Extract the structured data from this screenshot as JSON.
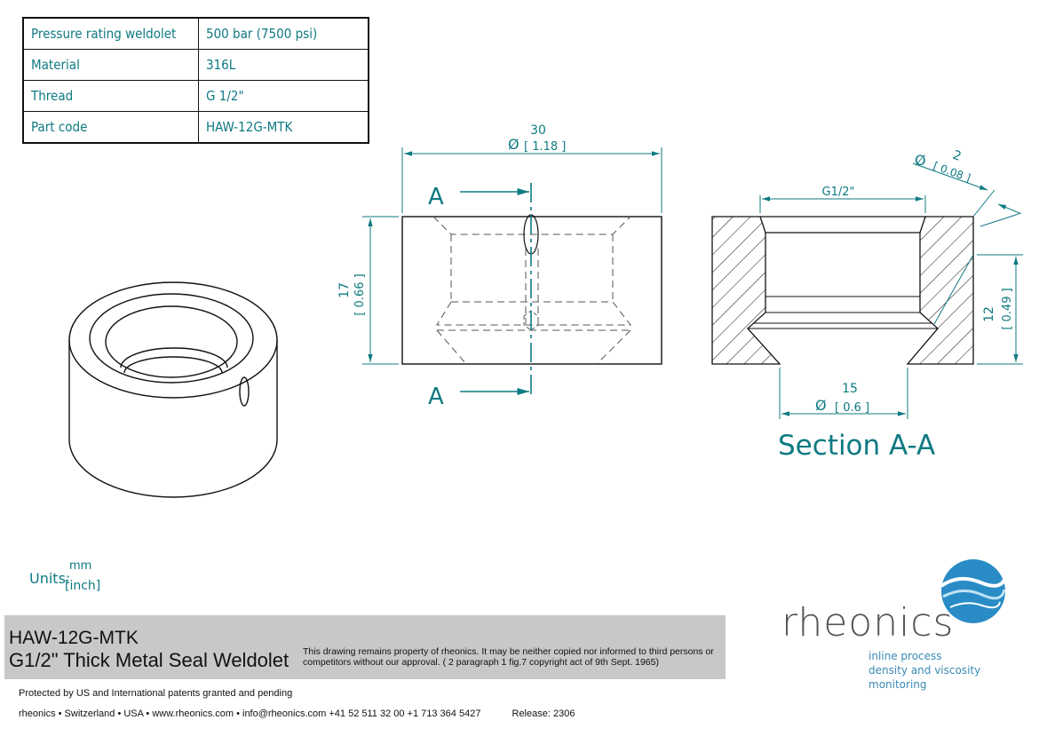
{
  "spec_table": [
    {
      "key": "Pressure rating weldolet",
      "value": "500 bar (7500 psi)"
    },
    {
      "key": "Material",
      "value": "316L"
    },
    {
      "key": "Thread",
      "value": "G 1/2\""
    },
    {
      "key": "Part code",
      "value": "HAW-12G-MTK"
    }
  ],
  "dimensions": {
    "width_mm": "30",
    "width_inch": "[ 1.18 ]",
    "height_mm": "17",
    "height_inch": "[ 0.66 ]",
    "chamfer_mm": "2",
    "chamfer_inch": "[ 0.08 ]",
    "thread": "G1/2\"",
    "depth_mm": "12",
    "depth_inch": "[ 0.49 ]",
    "bore_mm": "15",
    "bore_inch": "[ 0.6 ]",
    "diameter_symbol": "Ø"
  },
  "section_marks": {
    "top": "A",
    "bottom": "A"
  },
  "section_title": "Section A-A",
  "units": {
    "label": "Units:",
    "mm": "mm",
    "inch": "[inch]"
  },
  "title_block": {
    "part_code": "HAW-12G-MTK",
    "part_name": "G1/2\" Thick Metal Seal Weldolet",
    "notice": "This drawing remains property of rheonics. It may be neither copied nor informed to third persons or competitors without our approval. ( 2 paragraph 1 fig.7 copyright act of 9th Sept. 1965)"
  },
  "patents": "Protected by US and International patents granted and pending",
  "footer": {
    "contact": "rheonics • Switzerland • USA • www.rheonics.com • info@rheonics.com +41 52 511 32 00 +1 713 364 5427",
    "release": "Release: 2306"
  },
  "logo": {
    "wordmark": "rheonics",
    "tagline": [
      "inline process",
      "density and viscosity",
      "monitoring"
    ]
  },
  "colors": {
    "dimension": "#0f7a82",
    "line": "#111111",
    "title_bar": "#c8c8c8",
    "logo_blue": "#2a8cc6"
  }
}
